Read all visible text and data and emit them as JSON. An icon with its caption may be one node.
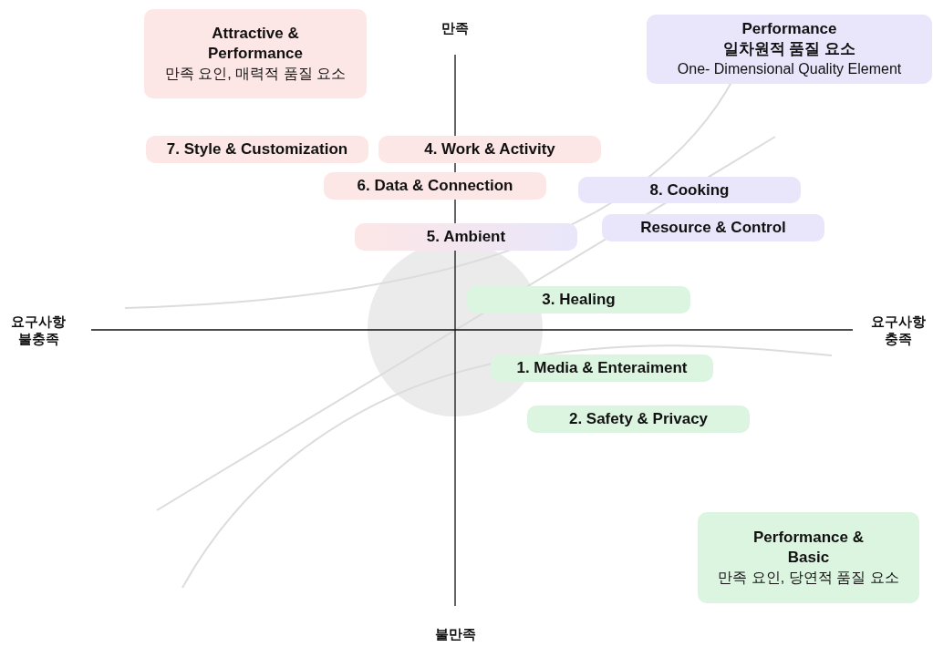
{
  "diagram": {
    "nodes": [
      {
        "text": [
          "Attractive & Performance",
          "만족 요인, 매력적 품질 요소"
        ]
      },
      {
        "text": [
          "Performance",
          "일차원적 품질 요소",
          "One- Dimensional Quality Element"
        ]
      },
      {
        "text": [
          "7. Style & Customization"
        ]
      },
      {
        "text": [
          "4. Work & Activity"
        ]
      },
      {
        "text": [
          "6. Data & Connection"
        ]
      },
      {
        "text": [
          "8.  Cooking"
        ]
      },
      {
        "text": [
          "5. Ambient"
        ]
      },
      {
        "text": [
          "Resource & Control"
        ]
      },
      {
        "text": [
          "3. Healing"
        ]
      },
      {
        "text": [
          "1. Media & Enteraiment"
        ]
      },
      {
        "text": [
          "2. Safety & Privacy"
        ]
      },
      {
        "text": [
          "Performance & Basic",
          "만족 요인, 당연적 품질 요소"
        ]
      }
    ],
    "labels": [
      "만족",
      "요구사항 불충족",
      "요구사항 충족",
      "불만족"
    ]
  }
}
